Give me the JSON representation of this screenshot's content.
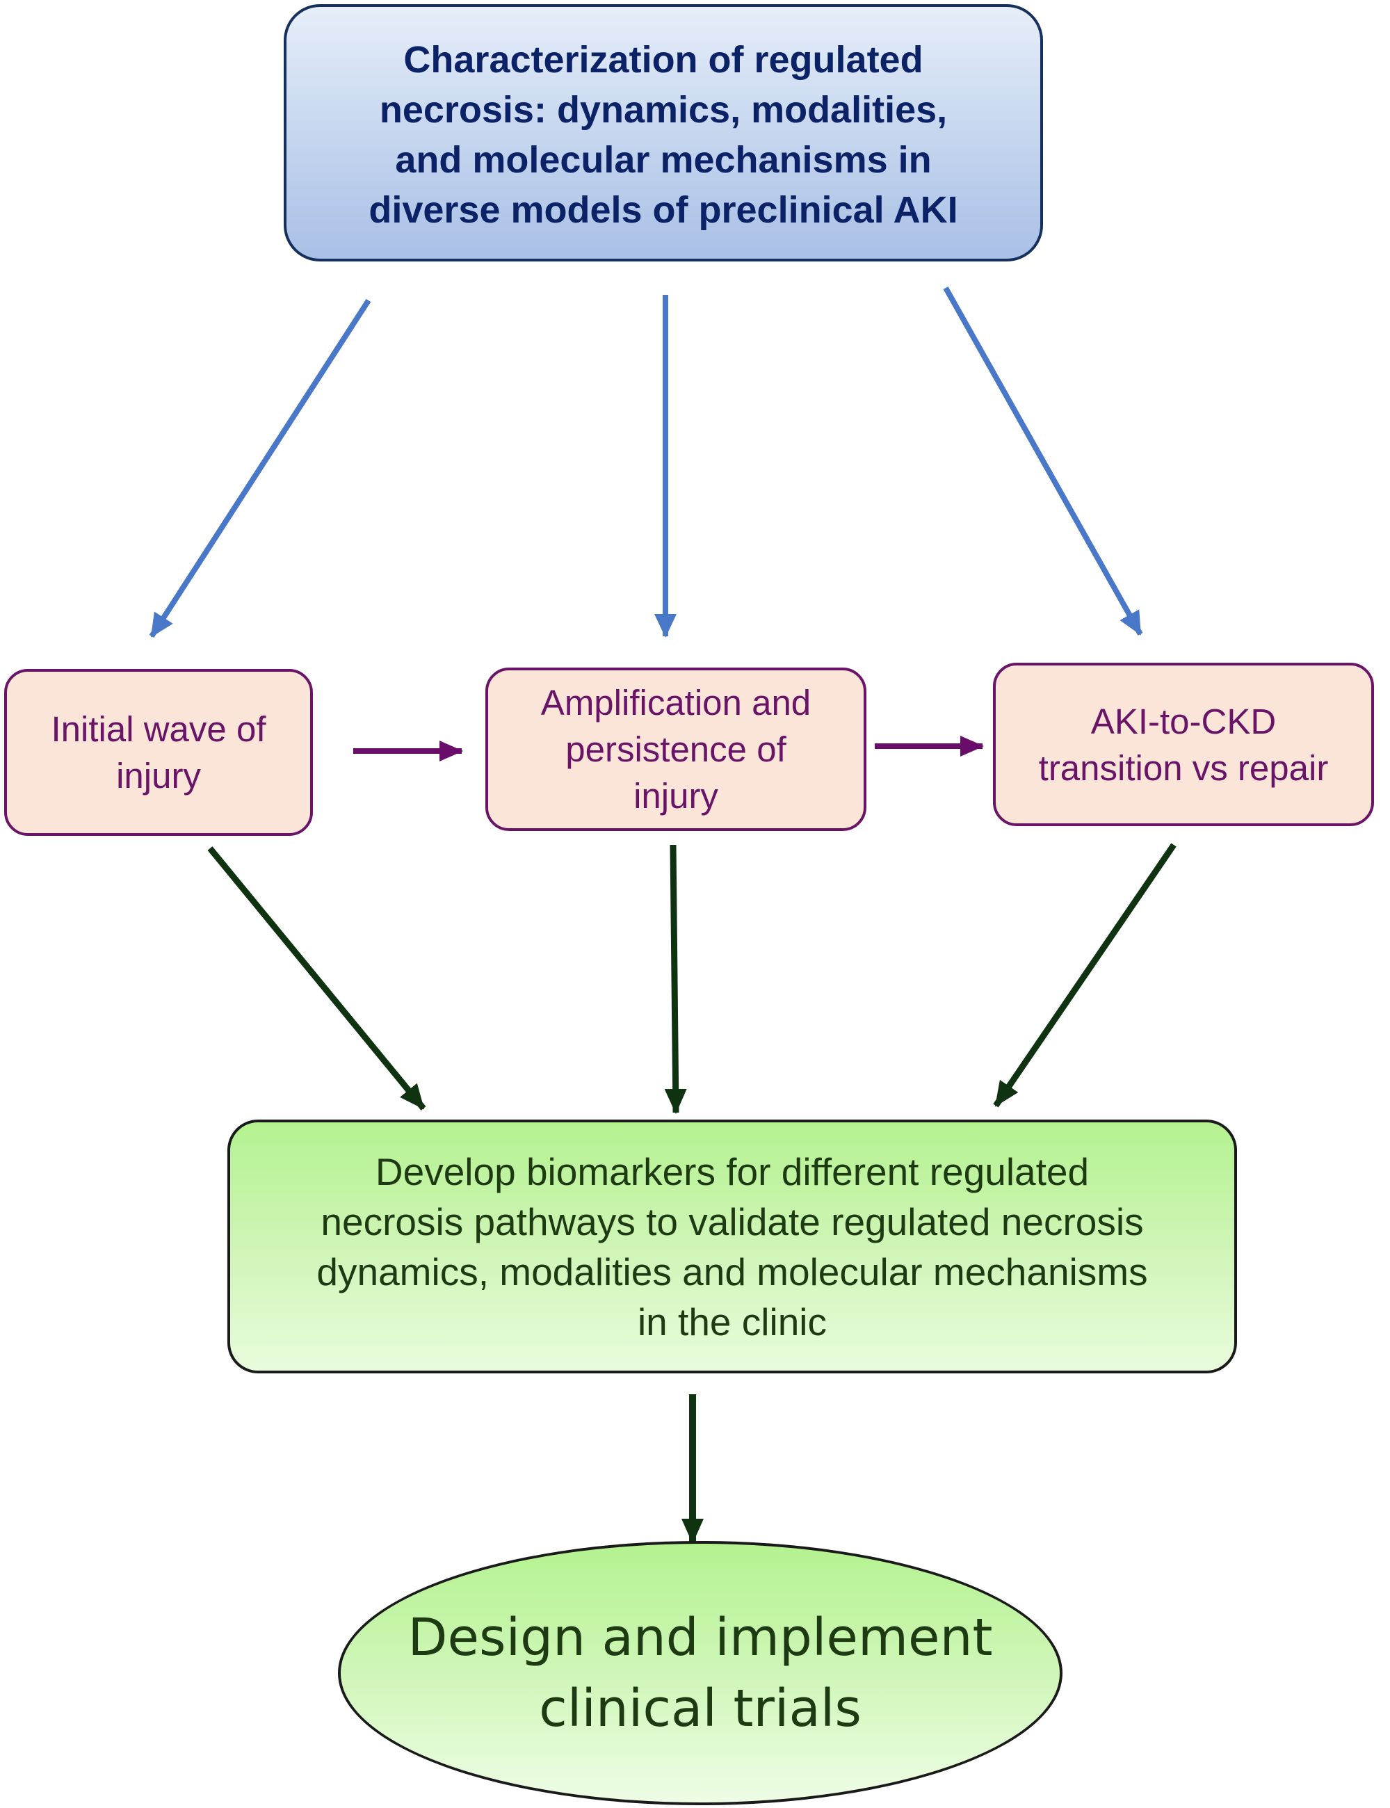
{
  "top_box": {
    "lines": [
      "Characterization of regulated",
      "necrosis: dynamics, modalities,",
      "and molecular mechanisms in",
      "diverse models of preclinical AKI"
    ]
  },
  "stages": [
    {
      "lines": [
        "Initial wave of",
        "injury"
      ]
    },
    {
      "lines": [
        "Amplification and",
        "persistence of",
        "injury"
      ]
    },
    {
      "lines": [
        "AKI-to-CKD",
        "transition vs repair"
      ]
    }
  ],
  "biomarker_box": {
    "lines": [
      "Develop biomarkers for different regulated",
      "necrosis pathways to validate regulated necrosis",
      "dynamics, modalities and molecular mechanisms",
      "in the clinic"
    ]
  },
  "final": {
    "lines": [
      "Design and implement",
      "clinical trials"
    ]
  },
  "colors": {
    "blue_arrow": "#4a78c8",
    "purple_arrow": "#6a0d6a",
    "green_arrow": "#0f3310",
    "top_text": "#0b2266",
    "stage_text": "#6a1468",
    "stage_fill": "#fbe5d8",
    "green_text": "#1e3a12"
  }
}
